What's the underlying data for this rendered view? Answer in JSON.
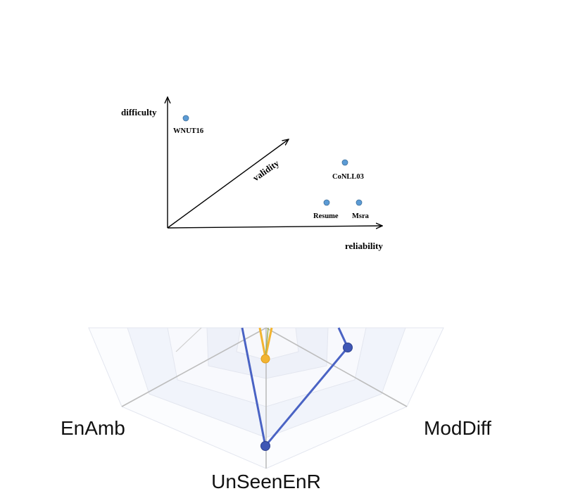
{
  "diagram": {
    "axis_labels": {
      "difficulty": "difficulty",
      "validity": "validity",
      "reliability": "reliability"
    },
    "points": [
      {
        "label": "WNUT16"
      },
      {
        "label": "CoNLL03"
      },
      {
        "label": "Resume"
      },
      {
        "label": "Msra"
      }
    ],
    "point_color": "#5b9bd5"
  },
  "radar": {
    "axis_labels": {
      "left": "EnAmb",
      "right": "ModDiff",
      "bottom": "UnSeenEnR"
    },
    "series_colors": [
      "#4a63c4",
      "#f2b431"
    ]
  }
}
